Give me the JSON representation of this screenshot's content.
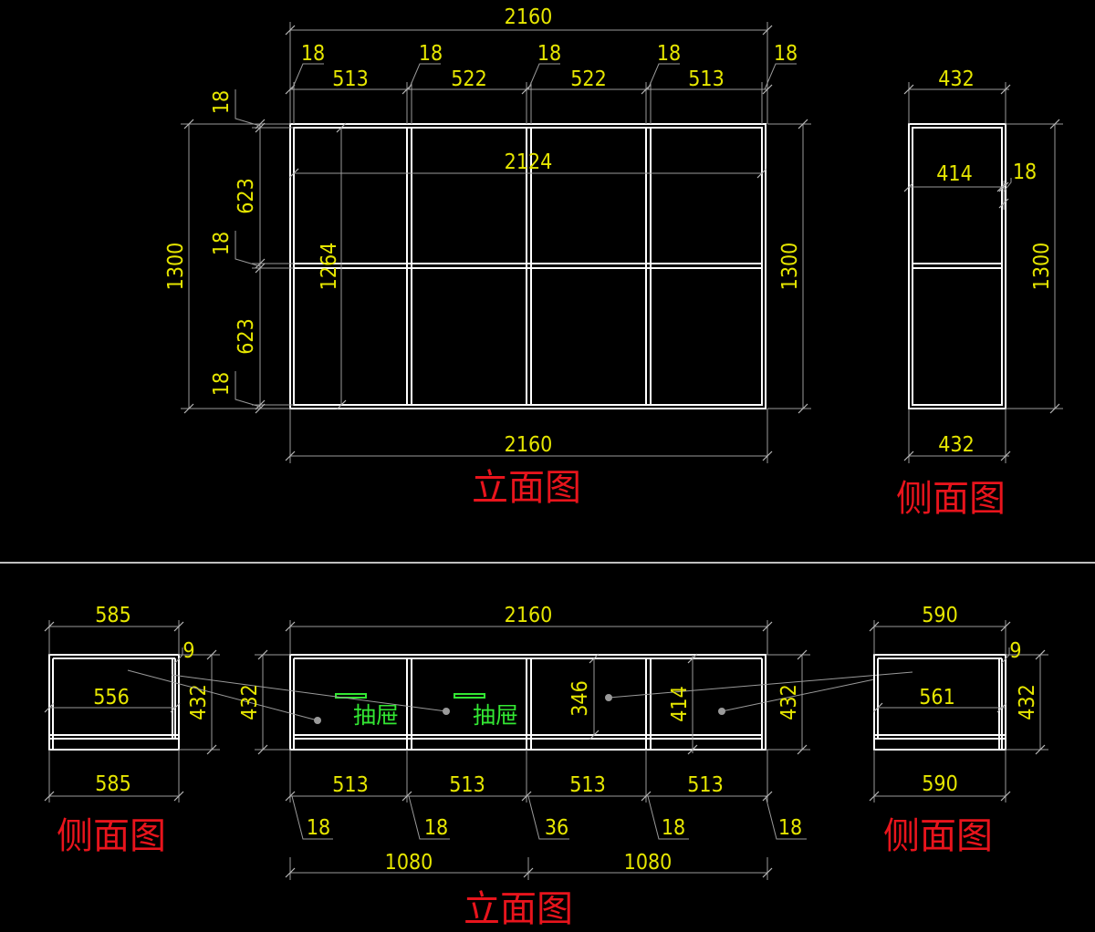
{
  "titles": {
    "top_front": "立面图",
    "top_side": "侧面图",
    "bottom_left_side": "侧面图",
    "bottom_right_side": "侧面图",
    "bottom_front": "立面图"
  },
  "notes": {
    "drawer_1": "抽屉",
    "drawer_2": "抽屉"
  },
  "top_front": {
    "overall_top": "2160",
    "overall_bottom": "2160",
    "panel_a": "18",
    "panel_b": "18",
    "panel_c": "18",
    "panel_d": "18",
    "panel_e": "18",
    "bay_1": "513",
    "bay_2": "522",
    "bay_3": "522",
    "bay_4": "513",
    "inner_width": "2124",
    "inner_height": "1264",
    "height_left": "1300",
    "height_right": "1300",
    "top_board": "18",
    "upper_bay": "623",
    "mid_board": "18",
    "lower_bay": "623",
    "bottom_board": "18"
  },
  "top_side": {
    "depth_top": "432",
    "depth_bottom": "432",
    "inner_depth": "414",
    "board": "18",
    "height": "1300"
  },
  "bottom_front": {
    "overall": "2160",
    "bay_1": "513",
    "bay_2": "513",
    "bay_3": "513",
    "bay_4": "513",
    "panel_a": "18",
    "panel_b": "18",
    "panel_c": "36",
    "panel_d": "18",
    "panel_e": "18",
    "half_left": "1080",
    "half_right": "1080",
    "height_left": "432",
    "height_right": "432",
    "drawer_height": "346",
    "inner_height": "414"
  },
  "bottom_left_side": {
    "width_top": "585",
    "width_bottom": "585",
    "inner": "556",
    "back": "9",
    "height": "432"
  },
  "bottom_right_side": {
    "width_top": "590",
    "width_bottom": "590",
    "inner": "561",
    "back": "9",
    "height": "432"
  }
}
